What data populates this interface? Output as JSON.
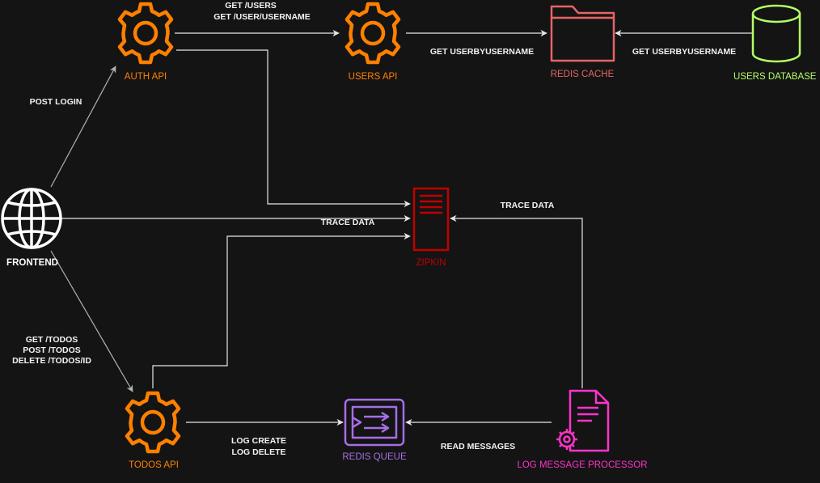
{
  "colors": {
    "background": "#141414",
    "edge": "#e6e6e6",
    "edge_frontend_diag": "#b3b3b3",
    "api_orange": "#ff8000",
    "redis_cache": "#e66565",
    "users_db": "#b3ff66",
    "zipkin": "#c00000",
    "redis_queue": "#a66ee6",
    "log_processor": "#ff33cc",
    "frontend": "#ffffff"
  },
  "nodes": {
    "auth_api": {
      "label": "AUTH API",
      "icon": "gear-icon"
    },
    "users_api": {
      "label": "USERS API",
      "icon": "gear-icon"
    },
    "redis_cache": {
      "label": "REDIS CACHE",
      "icon": "folder-icon"
    },
    "users_database": {
      "label": "USERS DATABASE",
      "icon": "database-cylinder-icon"
    },
    "frontend": {
      "label": "FRONTEND",
      "icon": "globe-icon"
    },
    "zipkin": {
      "label": "ZIPKIN",
      "icon": "server-icon"
    },
    "todos_api": {
      "label": "TODOS API",
      "icon": "gear-icon"
    },
    "redis_queue": {
      "label": "REDIS QUEUE",
      "icon": "queue-icon"
    },
    "log_processor": {
      "label": "LOG MESSAGE PROCESSOR",
      "icon": "document-gear-icon"
    }
  },
  "edges": {
    "auth_to_users": {
      "label_1": "GET /USERS",
      "label_2": "GET /USER/USERNAME"
    },
    "users_to_cache": {
      "label": "GET USERBYUSERNAME"
    },
    "db_to_cache": {
      "label": "GET USERBYUSERNAME"
    },
    "frontend_to_auth": {
      "label": "POST LOGIN"
    },
    "frontend_to_zipkin": {
      "label": "TRACE DATA"
    },
    "processor_to_zipkin": {
      "label": "TRACE DATA"
    },
    "frontend_to_todos": {
      "label_1": "GET /TODOS",
      "label_2": "POST /TODOS",
      "label_3": "DELETE /TODOS/ID"
    },
    "todos_to_queue": {
      "label_1": "LOG CREATE",
      "label_2": "LOG DELETE"
    },
    "processor_to_queue": {
      "label": "READ MESSAGES"
    }
  }
}
